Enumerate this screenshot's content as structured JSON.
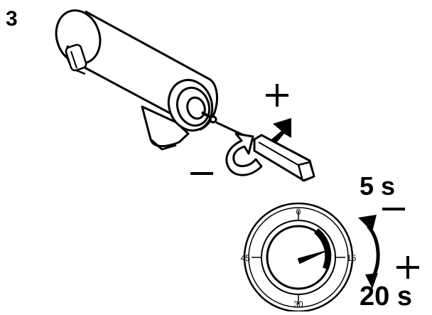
{
  "step_number": "3",
  "time_min_label": "5 s",
  "time_max_label": "20 s",
  "dial": {
    "ticks": {
      "top": "0",
      "right": "15",
      "bottom": "30",
      "left": "45"
    }
  },
  "colors": {
    "line": "#000000",
    "background": "#ffffff"
  },
  "icons": [
    "plus-icon",
    "minus-icon",
    "rotate-arrow-icon",
    "dial-arrow-icon",
    "screwdriver-icon",
    "cylinder-device-icon"
  ]
}
